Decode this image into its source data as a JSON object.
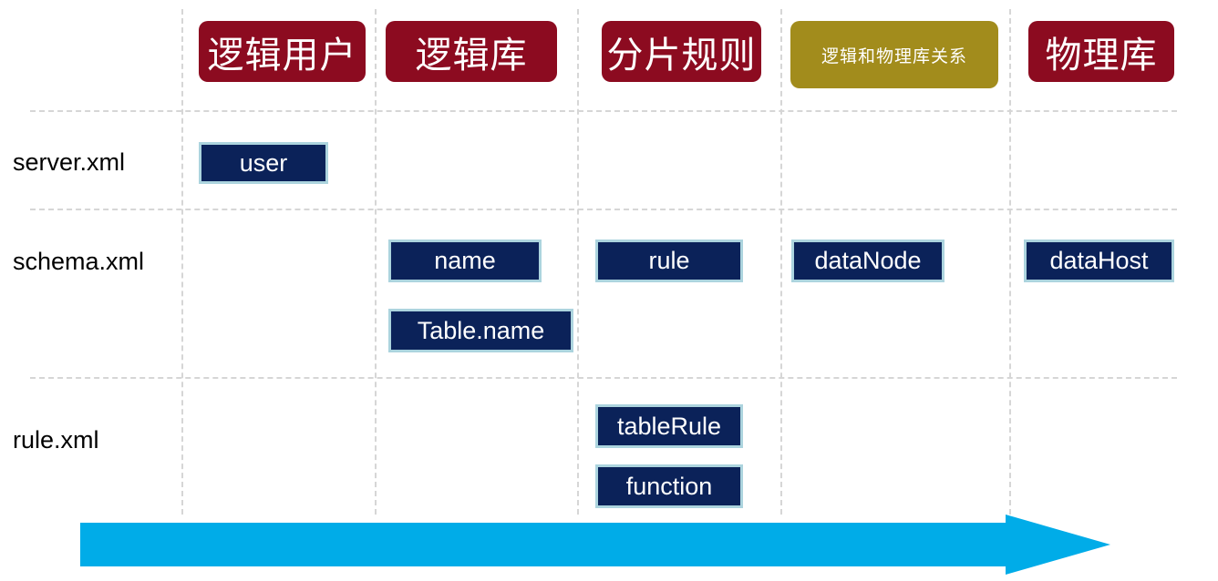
{
  "diagram": {
    "title": "Mycat configuration files concept mapping",
    "accent_red": "#8C0B20",
    "accent_olive": "#A28C1C",
    "chip_fill": "#0B2259",
    "chip_border": "#ACD4DE",
    "arrow_color": "#00ACE8",
    "grid_line_color": "#D6D6D6"
  },
  "columns": [
    {
      "id": "logical-user",
      "label": "逻辑用户",
      "color_kind": "red",
      "font_size": "40px"
    },
    {
      "id": "logical-db",
      "label": "逻辑库",
      "color_kind": "red",
      "font_size": "40px"
    },
    {
      "id": "sharding-rule",
      "label": "分片规则",
      "color_kind": "red",
      "font_size": "40px"
    },
    {
      "id": "logical-physical-rel",
      "label": "逻辑和物理库关系",
      "color_kind": "olive",
      "font_size": "19px"
    },
    {
      "id": "physical-db",
      "label": "物理库",
      "color_kind": "red",
      "font_size": "40px"
    }
  ],
  "rows": [
    {
      "id": "server-xml",
      "label": "server.xml"
    },
    {
      "id": "schema-xml",
      "label": "schema.xml"
    },
    {
      "id": "rule-xml",
      "label": "rule.xml"
    }
  ],
  "cells": [
    {
      "id": "chip-user",
      "label": "user",
      "row": "server-xml",
      "column": "logical-user"
    },
    {
      "id": "chip-name",
      "label": "name",
      "row": "schema-xml",
      "column": "logical-db"
    },
    {
      "id": "chip-table-name",
      "label": "Table.name",
      "row": "schema-xml",
      "column": "logical-db"
    },
    {
      "id": "chip-rule",
      "label": "rule",
      "row": "schema-xml",
      "column": "sharding-rule"
    },
    {
      "id": "chip-datanode",
      "label": "dataNode",
      "row": "schema-xml",
      "column": "logical-physical-rel"
    },
    {
      "id": "chip-datahost",
      "label": "dataHost",
      "row": "schema-xml",
      "column": "physical-db"
    },
    {
      "id": "chip-tablerule",
      "label": "tableRule",
      "row": "rule-xml",
      "column": "sharding-rule"
    },
    {
      "id": "chip-function",
      "label": "function",
      "row": "rule-xml",
      "column": "sharding-rule"
    }
  ],
  "flow_arrow": {
    "id": "flow-direction-arrow",
    "label": "",
    "direction": "right"
  }
}
